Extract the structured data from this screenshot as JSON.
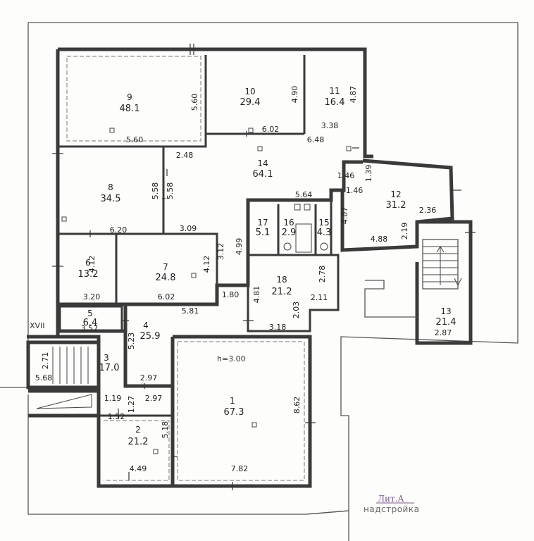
{
  "plan": {
    "marker": "XVII",
    "ceiling_height": "h=3.00",
    "lit_label": "Лит.А",
    "lit_sublabel": "надстройка"
  },
  "rooms": [
    {
      "id": "9",
      "num": "9",
      "area": "48.1"
    },
    {
      "id": "10",
      "num": "10",
      "area": "29.4"
    },
    {
      "id": "11",
      "num": "11",
      "area": "16.4"
    },
    {
      "id": "14",
      "num": "14",
      "area": "64.1"
    },
    {
      "id": "8",
      "num": "8",
      "area": "34.5"
    },
    {
      "id": "12",
      "num": "12",
      "area": "31.2"
    },
    {
      "id": "17",
      "num": "17",
      "area": "5.1"
    },
    {
      "id": "16",
      "num": "16",
      "area": "2.9"
    },
    {
      "id": "15",
      "num": "15",
      "area": "4.3"
    },
    {
      "id": "6",
      "num": "6",
      "area": "13.2"
    },
    {
      "id": "7",
      "num": "7",
      "area": "24.8"
    },
    {
      "id": "18",
      "num": "18",
      "area": "21.2"
    },
    {
      "id": "13",
      "num": "13",
      "area": "21.4"
    },
    {
      "id": "5",
      "num": "5",
      "area": "6.4"
    },
    {
      "id": "4",
      "num": "4",
      "area": "25.9"
    },
    {
      "id": "3",
      "num": "3",
      "area": "17.0"
    },
    {
      "id": "1",
      "num": "1",
      "area": "67.3"
    },
    {
      "id": "2",
      "num": "2",
      "area": "21.2"
    }
  ],
  "dims": [
    {
      "id": "d01",
      "text": "5.60"
    },
    {
      "id": "d02",
      "text": "5.60"
    },
    {
      "id": "d03",
      "text": "4.90"
    },
    {
      "id": "d04",
      "text": "6.02"
    },
    {
      "id": "d05",
      "text": "4.87"
    },
    {
      "id": "d06",
      "text": "3.38"
    },
    {
      "id": "d07",
      "text": "6.48"
    },
    {
      "id": "d08",
      "text": "2.48"
    },
    {
      "id": "d09",
      "text": "1.39"
    },
    {
      "id": "d10",
      "text": "1.46"
    },
    {
      "id": "d11",
      "text": "1.46"
    },
    {
      "id": "d12",
      "text": "5.58"
    },
    {
      "id": "d13",
      "text": "5.58"
    },
    {
      "id": "d14",
      "text": "5.64"
    },
    {
      "id": "d15",
      "text": "4.07"
    },
    {
      "id": "d16",
      "text": "2.36"
    },
    {
      "id": "d17",
      "text": "6.20"
    },
    {
      "id": "d18",
      "text": "3.09"
    },
    {
      "id": "d19",
      "text": "2.19"
    },
    {
      "id": "d20",
      "text": "4.99"
    },
    {
      "id": "d21",
      "text": "4.88"
    },
    {
      "id": "d22",
      "text": "4.12"
    },
    {
      "id": "d23",
      "text": "4.12"
    },
    {
      "id": "d24",
      "text": "3.12"
    },
    {
      "id": "d25",
      "text": "2.78"
    },
    {
      "id": "d26",
      "text": "3.20"
    },
    {
      "id": "d27",
      "text": "6.02"
    },
    {
      "id": "d28",
      "text": "1.80"
    },
    {
      "id": "d29",
      "text": "4.81"
    },
    {
      "id": "d30",
      "text": "2.11"
    },
    {
      "id": "d31",
      "text": "5.81"
    },
    {
      "id": "d32",
      "text": "2.03"
    },
    {
      "id": "d33",
      "text": "3.18"
    },
    {
      "id": "d34",
      "text": "3.57"
    },
    {
      "id": "d35",
      "text": "5.23"
    },
    {
      "id": "d36",
      "text": "2.87"
    },
    {
      "id": "d37",
      "text": "2.71"
    },
    {
      "id": "d38",
      "text": "5.68"
    },
    {
      "id": "d39",
      "text": "2.97"
    },
    {
      "id": "d40",
      "text": "2.97"
    },
    {
      "id": "d41",
      "text": "1.19"
    },
    {
      "id": "d42",
      "text": "1.27"
    },
    {
      "id": "d43",
      "text": "8.62"
    },
    {
      "id": "d44",
      "text": "1.52"
    },
    {
      "id": "d45",
      "text": "5.18"
    },
    {
      "id": "d46",
      "text": "4.49"
    },
    {
      "id": "d47",
      "text": "7.82"
    }
  ]
}
